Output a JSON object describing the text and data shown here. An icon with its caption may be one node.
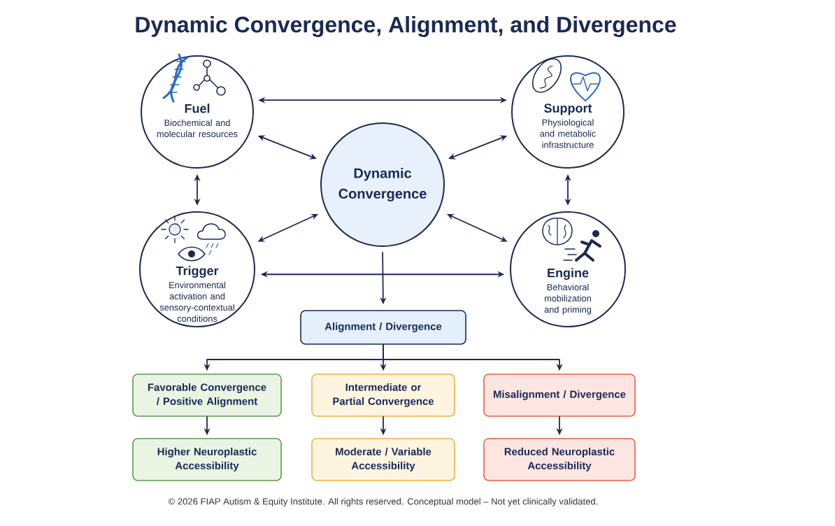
{
  "diagram": {
    "title": "Dynamic Convergence, Alignment, and Divergence",
    "caption": "© 2026 FIAP Autism & Equity Institute. All rights reserved. Conceptual model – Not yet clinically validated.",
    "nodes": [
      {
        "text": [
          "Fuel",
          "Biochemical and molecular resources"
        ]
      },
      {
        "text": [
          "Support",
          "Physiological and metabolic infrastructure"
        ]
      },
      {
        "text": [
          "Dynamic Convergence"
        ]
      },
      {
        "text": [
          "Trigger",
          "Environmental activation and sensory-contextual conditions"
        ]
      },
      {
        "text": [
          "Engine",
          "Behavioral mobilization and priming"
        ]
      },
      {
        "text": [
          "Alignment / Divergence"
        ]
      },
      {
        "text": [
          "Favorable Convergence / Positive Alignment"
        ]
      },
      {
        "text": [
          "Intermediate or Partial Convergence"
        ]
      },
      {
        "text": [
          "Misalignment / Divergence"
        ]
      },
      {
        "text": [
          "Higher Neuroplastic Accessibility"
        ]
      },
      {
        "text": [
          "Moderate / Variable Accessibility"
        ]
      },
      {
        "text": [
          "Reduced Neuroplastic Accessibility"
        ]
      }
    ],
    "edges": [
      {
        "from": 0,
        "to": 1,
        "arrow": "both"
      },
      {
        "from": 0,
        "to": 2,
        "arrow": "both"
      },
      {
        "from": 1,
        "to": 2,
        "arrow": "both"
      },
      {
        "from": 0,
        "to": 3,
        "arrow": "both"
      },
      {
        "from": 1,
        "to": 4,
        "arrow": "both"
      },
      {
        "from": 3,
        "to": 2,
        "arrow": "both"
      },
      {
        "from": 4,
        "to": 2,
        "arrow": "both"
      },
      {
        "from": 3,
        "to": 4,
        "arrow": "both"
      },
      {
        "from": 2,
        "to": 5,
        "arrow": "to"
      },
      {
        "from": 5,
        "to": 6,
        "arrow": "to"
      },
      {
        "from": 5,
        "to": 7,
        "arrow": "to"
      },
      {
        "from": 5,
        "to": 8,
        "arrow": "to"
      },
      {
        "from": 6,
        "to": 9,
        "arrow": "to"
      },
      {
        "from": 7,
        "to": 10,
        "arrow": "to"
      },
      {
        "from": 8,
        "to": 11,
        "arrow": "to"
      }
    ]
  }
}
